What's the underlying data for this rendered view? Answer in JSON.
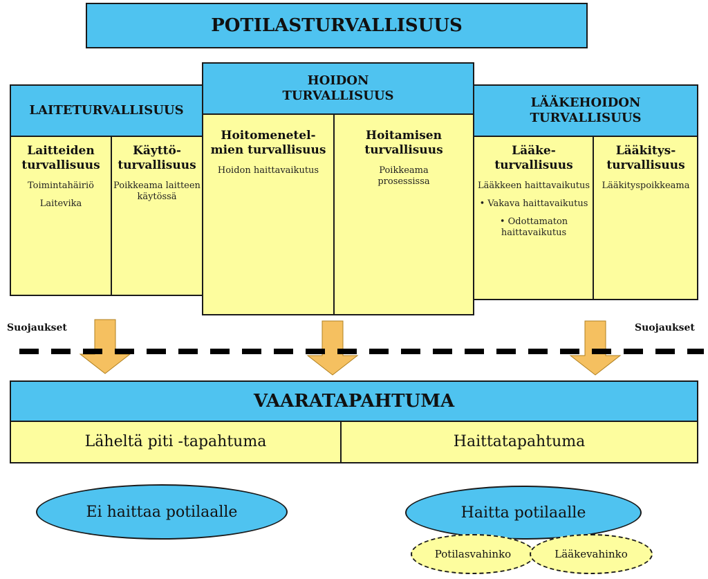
{
  "top_title": "POTILASTURVALLISUUS",
  "left_group": {
    "title": "LAITETURVALLISUUS",
    "col1": {
      "head": "Laitteiden turvallisuus",
      "items": [
        "Toimintahäiriö",
        "Laitevika"
      ]
    },
    "col2": {
      "head": "Käyttö-turvallisuus",
      "items": [
        "Poikkeama laitteen käytössä"
      ]
    }
  },
  "middle_group": {
    "title": "HOIDON TURVALLISUUS",
    "col1": {
      "head": "Hoitomenetel-mien turvallisuus",
      "items": [
        "Hoidon haittavaikutus"
      ]
    },
    "col2": {
      "head": "Hoitamisen turvallisuus",
      "items": [
        "Poikkeama prosessissa"
      ]
    }
  },
  "right_group": {
    "title": "LÄÄKEHOIDON TURVALLISUUS",
    "col1": {
      "head": "Lääke-turvallisuus",
      "items": [
        "Lääkkeen haittavaikutus",
        "• Vakava haittavaikutus",
        "• Odottamaton haittavaikutus"
      ]
    },
    "col2": {
      "head": "Lääkitys-turvallisuus",
      "items": [
        "Lääkityspoikkeama"
      ]
    }
  },
  "barrier": {
    "left_label": "Suojaukset",
    "right_label": "Suojaukset"
  },
  "event": {
    "title": "VAARATAPAHTUMA",
    "left": "Läheltä piti -tapahtuma",
    "right": "Haittatapahtuma"
  },
  "outcomes": {
    "left": "Ei haittaa potilaalle",
    "right": "Haitta potilaalle",
    "sub_left": "Potilasvahinko",
    "sub_right": "Lääkevahinko"
  },
  "colors": {
    "blue": "#4fc3f0",
    "yellow": "#fdfd9e",
    "arrow": "#f5c060"
  }
}
